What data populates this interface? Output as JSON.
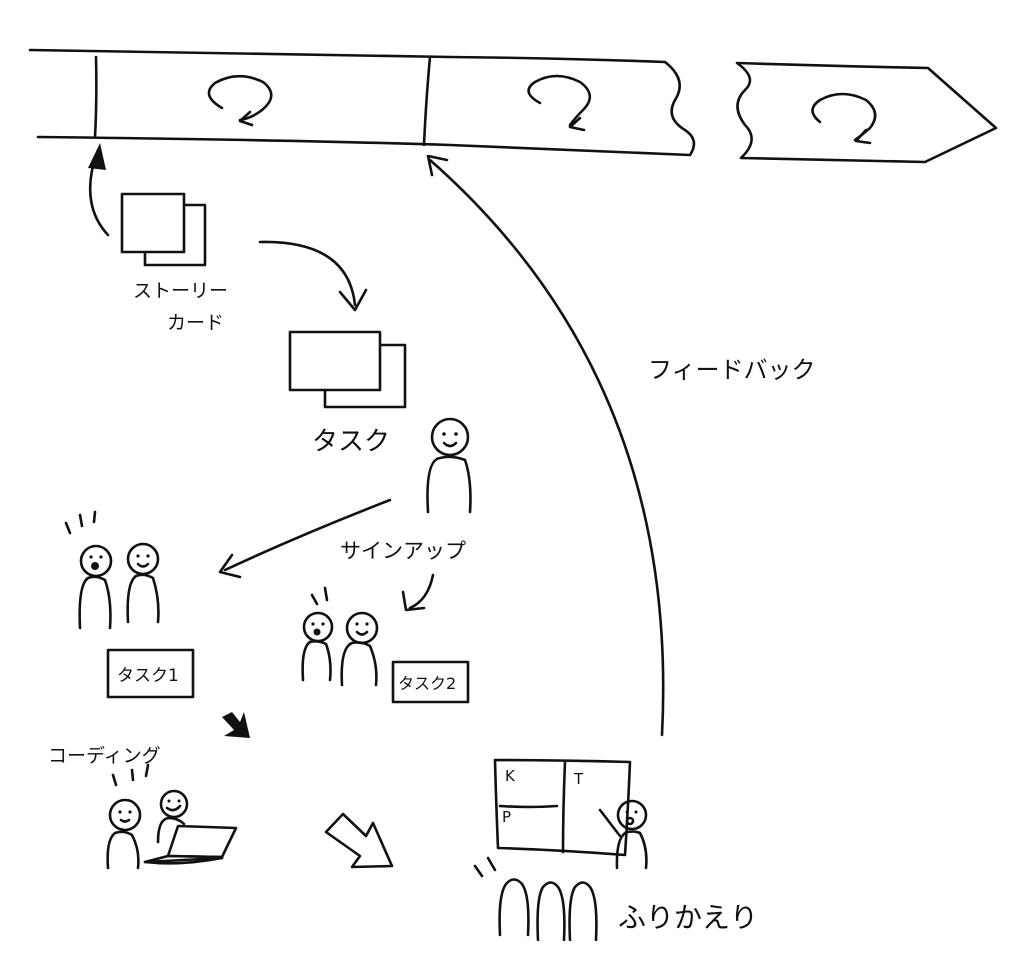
{
  "diagram": {
    "labels": {
      "story_card_line1": "ストーリー",
      "story_card_line2": "カード",
      "task": "タスク",
      "signup": "サインアップ",
      "task1": "タスク1",
      "task2": "タスク2",
      "coding": "コーディング",
      "feedback": "フィードバック",
      "retrospective": "ふりかえり",
      "kpt_k": "K",
      "kpt_p": "P",
      "kpt_t": "T"
    },
    "iterations": [
      {
        "icon": "cycle-icon"
      },
      {
        "icon": "cycle-icon"
      },
      {
        "icon": "cycle-icon"
      }
    ],
    "colors": {
      "ink": "#111111",
      "paper": "#ffffff"
    }
  }
}
